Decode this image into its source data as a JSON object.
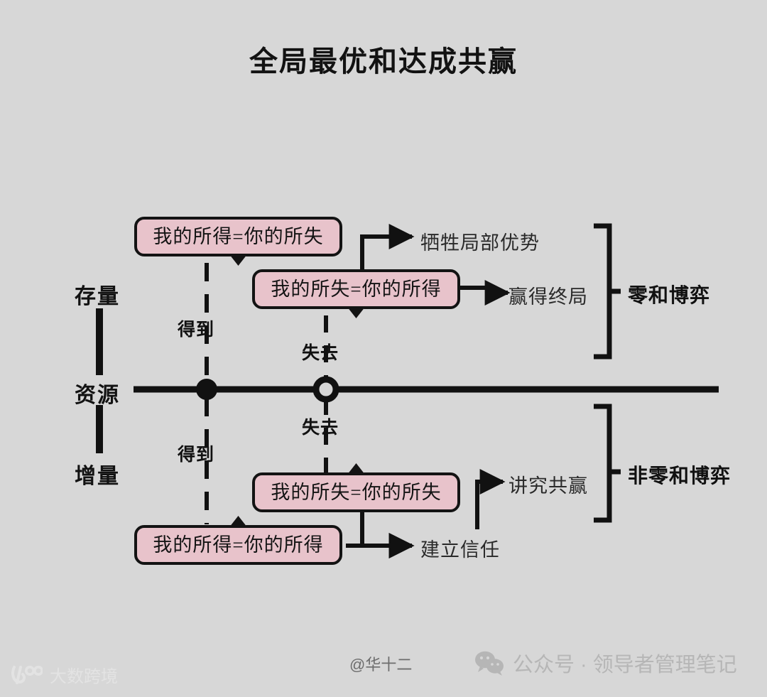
{
  "page": {
    "title": "全局最优和达成共赢",
    "background_color": "#d7d7d7"
  },
  "axis": {
    "top_label": "存量",
    "center_label": "资源",
    "bottom_label": "增量",
    "nodes": [
      {
        "name": "filled-node",
        "label_top": "得到",
        "label_bottom": "得到"
      },
      {
        "name": "hollow-node",
        "label_top": "失去",
        "label_bottom": "失去"
      }
    ]
  },
  "boxes": {
    "top_left": "我的所得=你的所失",
    "top_right": "我的所失=你的所得",
    "bottom_right": "我的所失=你的所失",
    "bottom_left": "我的所得=你的所得"
  },
  "outcomes": {
    "zero_sum": [
      "牺牲局部优势",
      "赢得终局"
    ],
    "non_zero_sum": [
      "讲究共赢",
      "建立信任"
    ]
  },
  "groups": {
    "upper": "零和博弈",
    "lower": "非零和博弈"
  },
  "footer": {
    "author": "@华十二",
    "wechat_credit": "公众号 · 领导者管理笔记",
    "watermark": "大数跨境"
  },
  "colors": {
    "box_fill": "#e8c3cb",
    "box_border": "#131313",
    "line": "#111111",
    "muted_text": "#6d6d6d",
    "credit_text": "#b6b6b6"
  }
}
